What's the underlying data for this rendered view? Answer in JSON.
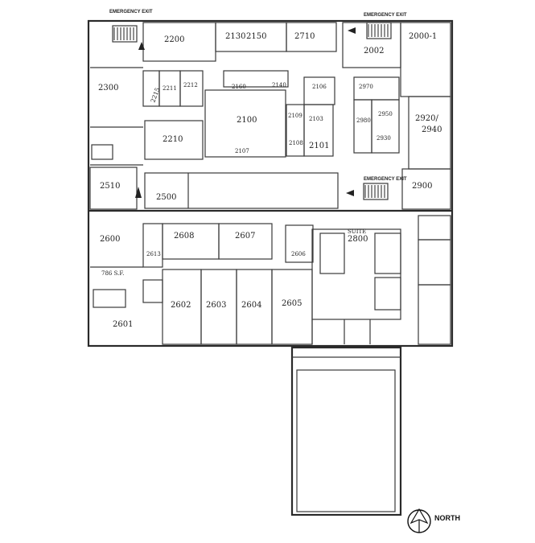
{
  "exits": [
    {
      "key": "left",
      "label": "EMERGENCY EXIT"
    },
    {
      "key": "right",
      "label": "EMERGENCY EXIT"
    },
    {
      "key": "middle",
      "label": "EMERGENCY EXIT"
    }
  ],
  "rooms": {
    "r2200": "2200",
    "r2130": "2130",
    "r2150": "2150",
    "r2710": "2710",
    "r2002": "2002",
    "r2000": "2000-1",
    "r2300": "2300",
    "r2215": "2215",
    "r2211": "2211",
    "r2212": "2212",
    "r2160": "2160",
    "r2140": "2140",
    "r2106": "2106",
    "r2970": "2970",
    "r2100": "2100",
    "r2109": "2109",
    "r2103": "2103",
    "r2950": "2950",
    "r2980": "2980",
    "r2920": "2920/",
    "r2940": "2940",
    "r2210": "2210",
    "r2108": "2108",
    "r2101": "2101",
    "r2930": "2930",
    "r2107": "2107",
    "r2510": "2510",
    "r2500": "2500",
    "r2900": "2900",
    "r2600": "2600",
    "r2608": "2608",
    "r2607": "2607",
    "r2613": "2613",
    "r2606": "2606",
    "suite": "SUITE",
    "suite2800": "2800",
    "sf": "786 S.F.",
    "r2602": "2602",
    "r2603": "2603",
    "r2604": "2604",
    "r2605": "2605",
    "r2601": "2601"
  },
  "compass": {
    "label": "NORTH"
  }
}
